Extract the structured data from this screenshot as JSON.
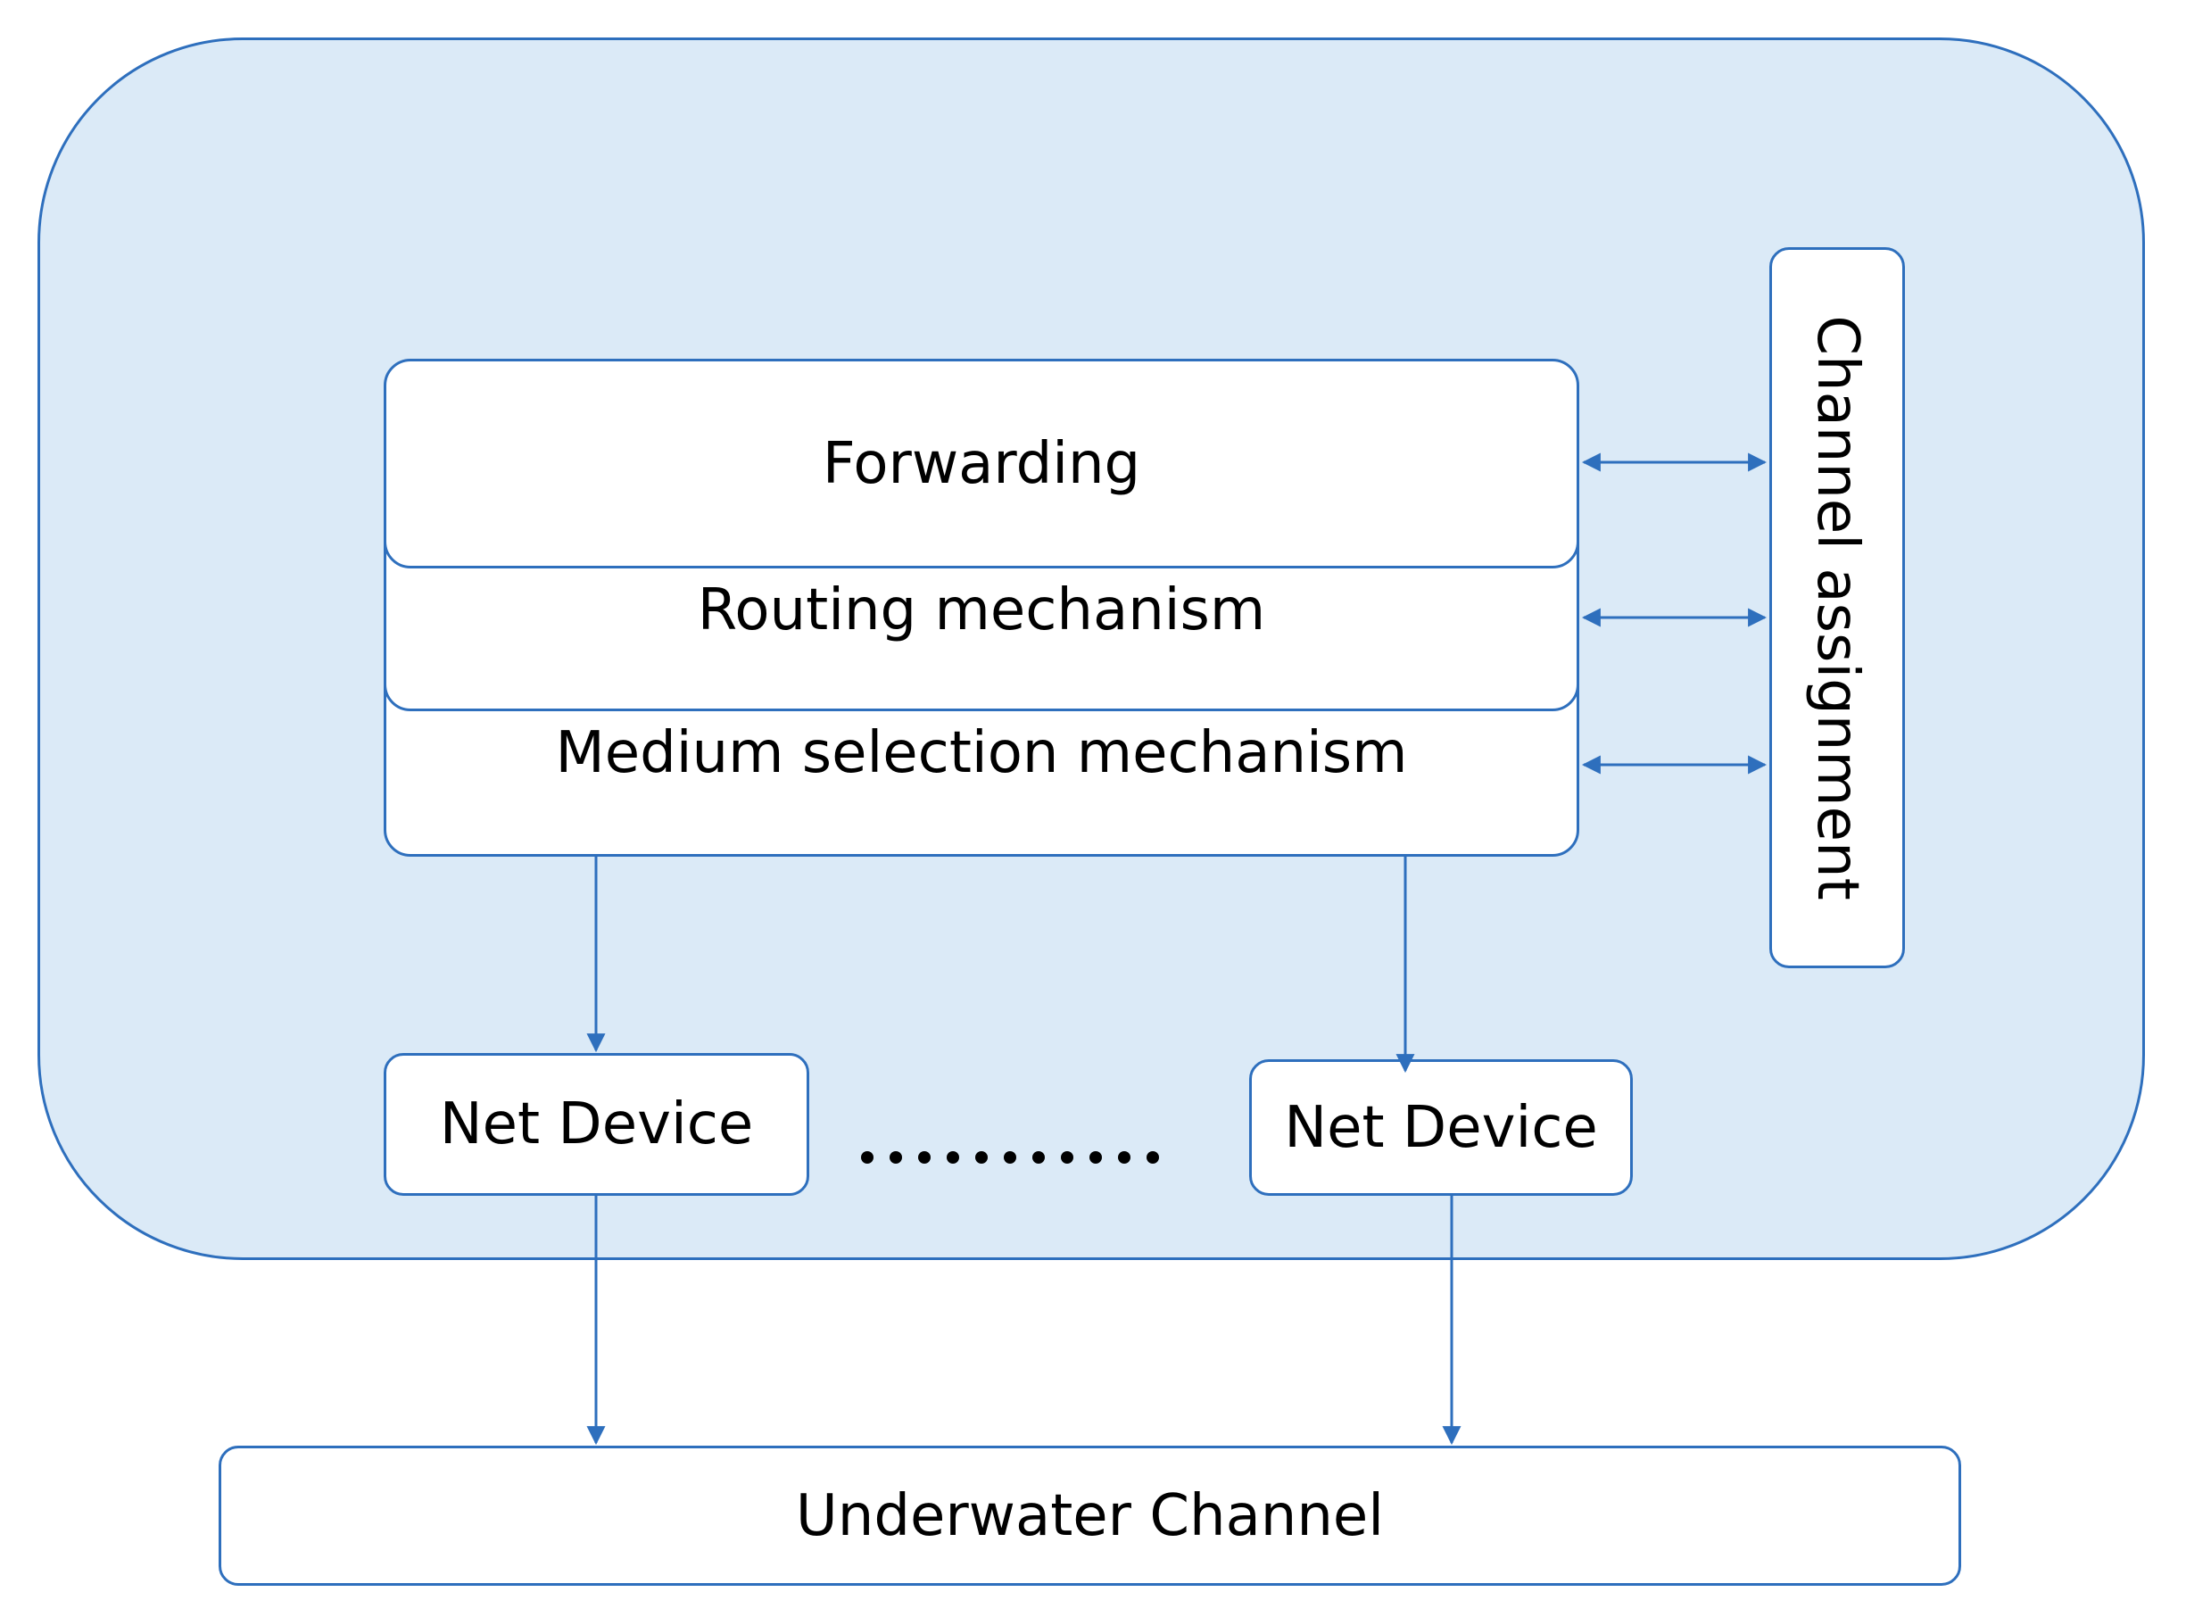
{
  "diagram": {
    "layers": {
      "forwarding": "Forwarding",
      "routing": "Routing mechanism",
      "medium": "Medium selection mechanism"
    },
    "channel_assignment": "Channel assignment",
    "net_device_left": "Net Device",
    "net_device_right": "Net Device",
    "underwater_channel": "Underwater Channel"
  },
  "colors": {
    "node_fill": "#dbeaf7",
    "stroke": "#2e6fbd",
    "box_fill": "#ffffff",
    "text": "#000000"
  }
}
